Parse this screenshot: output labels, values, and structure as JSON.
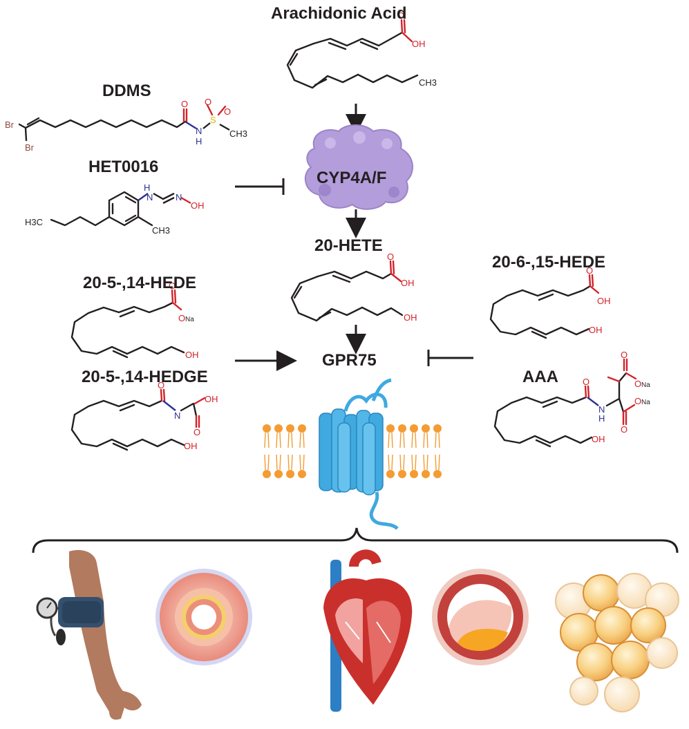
{
  "labels": {
    "arachidonic_acid": "Arachidonic Acid",
    "ddms": "DDMS",
    "het0016": "HET0016",
    "cyp": "CYP4A/F",
    "hete20": "20-HETE",
    "hede_5_14": "20-5-,14-HEDE",
    "hede_6_15": "20-6-,15-HEDE",
    "hedge_5_14": "20-5-,14-HEDGE",
    "gpr75": "GPR75",
    "aaa": "AAA"
  },
  "atoms": {
    "o": "O",
    "oh": "OH",
    "ona": "ONa",
    "na": "Na",
    "nh": "N",
    "h": "H",
    "s": "S",
    "ch3": "CH3",
    "h3c": "H3C",
    "br": "Br"
  },
  "colors": {
    "text": "#231f20",
    "oxygen": "#d2232a",
    "nitrogen": "#2e3192",
    "sulfur": "#e1b400",
    "bromine": "#8b4a3c",
    "protein": "#b39ddb",
    "receptor": "#3fa9e0",
    "lipid_head": "#f39c33"
  },
  "icons": [
    "blood-pressure-arm-icon",
    "blood-vessel-cross-section-icon",
    "heart-anatomy-icon",
    "atherosclerotic-artery-icon",
    "adipocytes-icon"
  ]
}
